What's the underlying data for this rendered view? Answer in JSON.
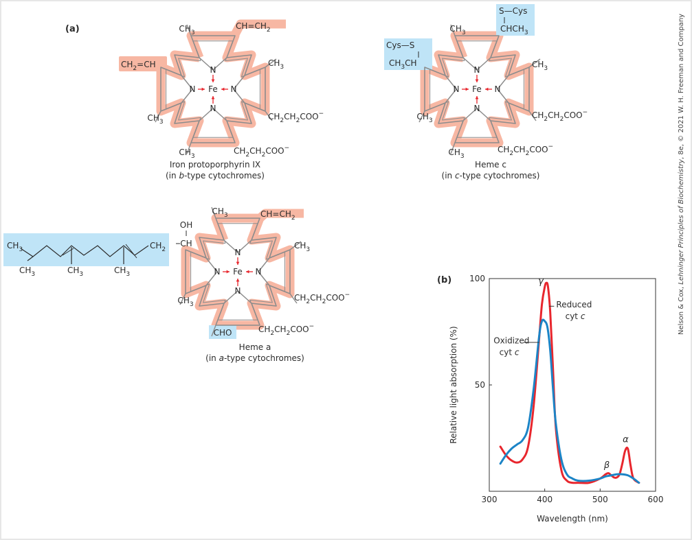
{
  "figure": {
    "colors": {
      "orange": "#f7b7a3",
      "blue": "#bfe4f7",
      "red": "#e8262d",
      "blue_line": "#1c84c6",
      "ink": "#2b2b2b",
      "bond_gray": "#8c8c8c"
    },
    "panel_a": {
      "label": "(a)",
      "heme_b": {
        "substituents": {
          "top_left": "CH3",
          "top_right": "CH=CH2",
          "left": "CH2=CH",
          "right_top": "CH3",
          "left_bottom": "CH3",
          "right_bottom": "CH2CH2COO−",
          "bottom_left": "CH3",
          "bottom_right": "CH2CH2COO−"
        },
        "atoms": {
          "metal": "Fe",
          "n_top": "N",
          "n_left": "N",
          "n_right": "N",
          "n_bottom": "N"
        },
        "caption_1": "Iron protoporphyrin IX",
        "caption_2": "(in b-type cytochromes)"
      },
      "heme_c": {
        "substituents": {
          "top_left": "CH3",
          "top_right_1": "S—Cys",
          "top_right_2": "CHCH3",
          "left_1": "Cys—S",
          "left_2": "CH3CH",
          "right_top": "CH3",
          "left_bottom": "CH3",
          "right_bottom": "CH2CH2COO−",
          "bottom_left": "CH3",
          "bottom_right": "CH2CH2COO−"
        },
        "atoms": {
          "metal": "Fe",
          "n_top": "N",
          "n_left": "N",
          "n_right": "N",
          "n_bottom": "N"
        },
        "caption_1": "Heme c",
        "caption_2": "(in c-type cytochromes)"
      },
      "heme_a": {
        "substituents": {
          "top_left": "CH3",
          "top_right": "CH=CH2",
          "oh": "OH",
          "ch": "CH",
          "right_top": "CH3",
          "left_bottom": "CH3",
          "right_bottom": "CH2CH2COO−",
          "bottom_left": "CHO",
          "bottom_right": "CH2CH2COO−"
        },
        "tail": {
          "ch3_a": "CH3",
          "ch3_b": "CH3",
          "ch3_c": "CH3",
          "ch3_d": "CH3",
          "ch2": "CH2"
        },
        "atoms": {
          "metal": "Fe",
          "n_top": "N",
          "n_left": "N",
          "n_right": "N",
          "n_bottom": "N"
        },
        "caption_1": "Heme a",
        "caption_2": "(in a-type cytochromes)"
      }
    },
    "panel_b": {
      "label": "(b)",
      "chart_data": {
        "type": "line",
        "xlabel": "Wavelength (nm)",
        "ylabel": "Relative light absorption (%)",
        "xlim": [
          300,
          600
        ],
        "ylim": [
          0,
          100
        ],
        "xticks": [
          300,
          400,
          500,
          600
        ],
        "yticks": [
          0,
          50,
          100
        ],
        "grid": false,
        "series": [
          {
            "name": "Reduced cyt c",
            "color": "#e8262d",
            "x": [
              320,
              330,
              340,
              350,
              360,
              370,
              380,
              390,
              395,
              400,
              403,
              406,
              410,
              415,
              420,
              430,
              440,
              450,
              460,
              480,
              500,
              510,
              515,
              520,
              525,
              530,
              535,
              540,
              545,
              550,
              555,
              560,
              570
            ],
            "y": [
              21,
              17,
              14.5,
              13.5,
              15,
              21,
              40,
              72,
              88,
              96,
              98,
              96,
              84,
              57,
              30,
              10,
              5,
              4,
              4,
              4,
              6,
              8,
              8.5,
              7.5,
              6.5,
              6.5,
              8,
              13,
              19,
              20,
              12,
              6,
              4
            ]
          },
          {
            "name": "Oxidized cyt c",
            "color": "#1c84c6",
            "x": [
              320,
              330,
              340,
              350,
              360,
              370,
              380,
              390,
              395,
              400,
              405,
              410,
              415,
              420,
              430,
              440,
              450,
              460,
              480,
              500,
              510,
              520,
              530,
              540,
              550,
              560,
              570
            ],
            "y": [
              13,
              17,
              20,
              22,
              24,
              30,
              48,
              73,
              80,
              80,
              77,
              66,
              48,
              32,
              15,
              8,
              6,
              5,
              5,
              6,
              7,
              7.5,
              8,
              8,
              7.5,
              6,
              4
            ]
          }
        ],
        "annotations": {
          "gamma": "γ",
          "beta": "β",
          "alpha": "α",
          "reduced_1": "Reduced",
          "reduced_2": "cyt c",
          "oxidized_1": "Oxidized",
          "oxidized_2": "cyt c"
        }
      }
    },
    "credit": "Nelson & Cox, Lehninger Principles of Biochemistry, 8e, © 2021 W. H. Freeman and Company"
  }
}
